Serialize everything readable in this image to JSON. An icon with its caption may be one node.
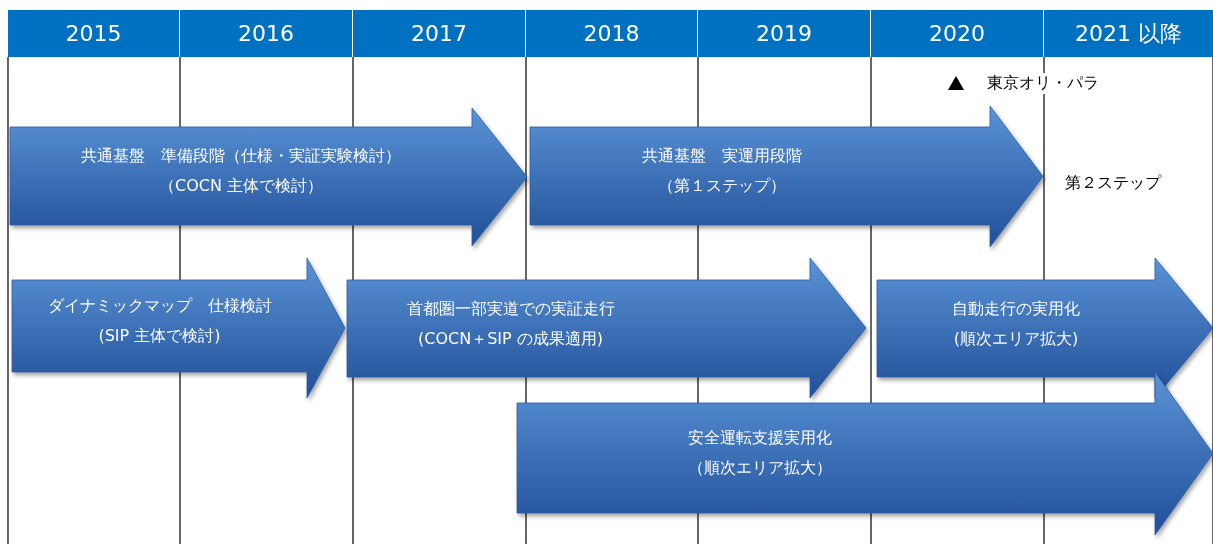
{
  "diagram": {
    "nodes": [
      {
        "text": [
          "2015"
        ]
      },
      {
        "text": [
          "2016"
        ]
      },
      {
        "text": [
          "2017"
        ]
      },
      {
        "text": [
          "2018"
        ]
      },
      {
        "text": [
          "2019"
        ]
      },
      {
        "text": [
          "2020"
        ]
      },
      {
        "text": [
          "2021 以降"
        ]
      },
      {
        "text": [
          "共通基盤　準備段階（仕様・実証実験検討）",
          "（COCN 主体で検討）"
        ]
      },
      {
        "text": [
          "共通基盤　実運用段階",
          "（第１ステップ）"
        ]
      },
      {
        "text": [
          "ダイナミックマップ　仕様検討",
          "(SIP 主体で検討)"
        ]
      },
      {
        "text": [
          "首都圏一部実道での実証走行",
          "(COCN＋SIP の成果適用)"
        ]
      },
      {
        "text": [
          "自動走行の実用化",
          "(順次エリア拡大)"
        ]
      },
      {
        "text": [
          "安全運転支援実用化",
          "（順次エリア拡大）"
        ]
      }
    ],
    "labels": [
      "東京オリ・パラ",
      "第２ステップ"
    ]
  }
}
